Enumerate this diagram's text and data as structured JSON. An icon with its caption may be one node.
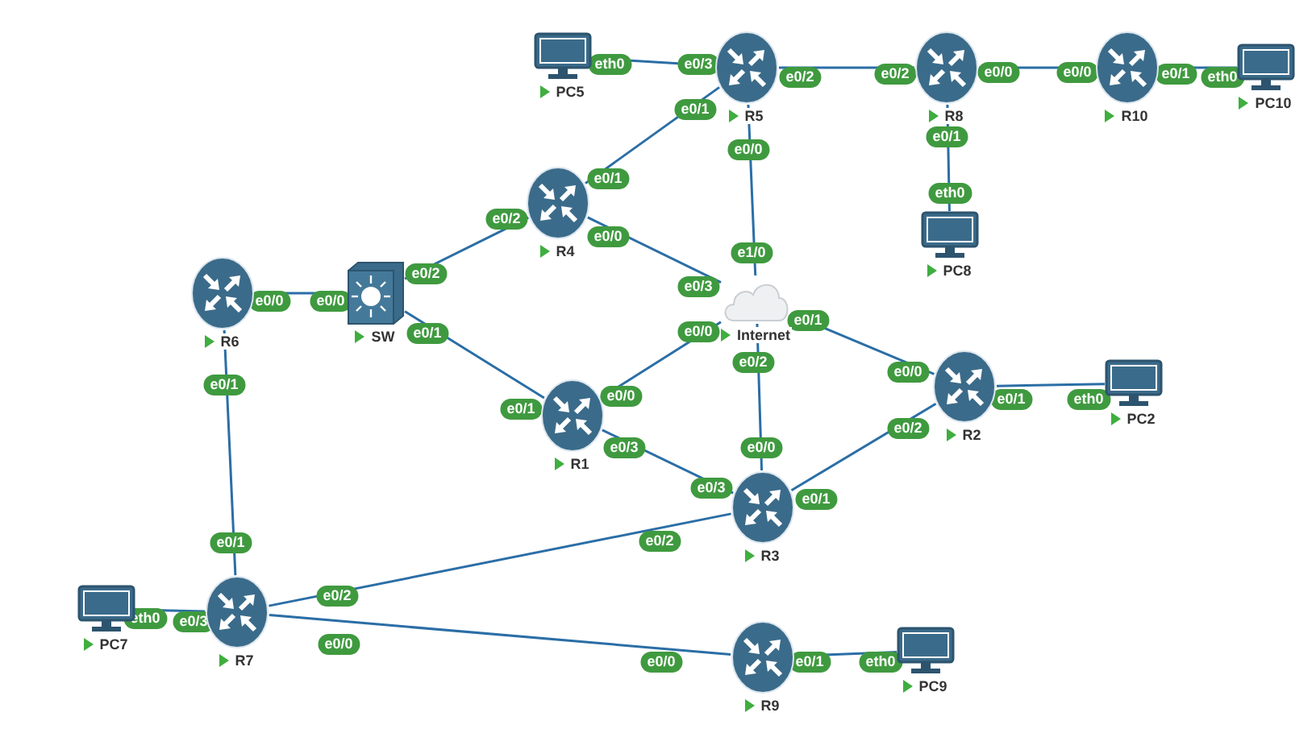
{
  "diagram": {
    "nodes": [
      {
        "text": [
          "PC5"
        ],
        "beside": [
          "eth0"
        ]
      },
      {
        "text": [
          "R5"
        ],
        "beside": [
          "e0/3",
          "e0/2",
          "e0/1",
          "e0/0"
        ]
      },
      {
        "text": [
          "R8"
        ],
        "beside": [
          "e0/2",
          "e0/0",
          "e0/1"
        ]
      },
      {
        "text": [
          "R10"
        ],
        "beside": [
          "e0/0",
          "e0/1"
        ]
      },
      {
        "text": [
          "PC10"
        ],
        "beside": [
          "eth0"
        ]
      },
      {
        "text": [
          "R4"
        ],
        "beside": [
          "e0/1",
          "e0/2",
          "e0/0"
        ]
      },
      {
        "text": [
          "PC8"
        ],
        "beside": [
          "eth0"
        ]
      },
      {
        "text": [
          "R6"
        ],
        "beside": [
          "e0/0",
          "e0/1"
        ]
      },
      {
        "text": [
          "SW"
        ],
        "beside": [
          "e0/2",
          "e0/0",
          "e0/1"
        ]
      },
      {
        "text": [
          "Internet"
        ],
        "beside": [
          "e1/0",
          "e0/3",
          "e0/1",
          "e0/0",
          "e0/2"
        ]
      },
      {
        "text": [
          "R2"
        ],
        "beside": [
          "e0/0",
          "e0/1",
          "e0/2"
        ]
      },
      {
        "text": [
          "PC2"
        ],
        "beside": [
          "eth0"
        ]
      },
      {
        "text": [
          "R1"
        ],
        "beside": [
          "e0/0",
          "e0/1",
          "e0/3"
        ]
      },
      {
        "text": [
          "R3"
        ],
        "beside": [
          "e0/0",
          "e0/3",
          "e0/1",
          "e0/2"
        ]
      },
      {
        "text": [
          "PC7"
        ],
        "beside": [
          "eth0"
        ]
      },
      {
        "text": [
          "R7"
        ],
        "beside": [
          "e0/1",
          "e0/2",
          "e0/3",
          "e0/0"
        ]
      },
      {
        "text": [
          "R9"
        ],
        "beside": [
          "e0/0",
          "e0/1"
        ]
      },
      {
        "text": [
          "PC9"
        ],
        "beside": [
          "eth0"
        ]
      }
    ],
    "edges": [
      {
        "from": 0,
        "to": 1,
        "arrow": "none"
      },
      {
        "from": 1,
        "to": 2,
        "arrow": "none"
      },
      {
        "from": 2,
        "to": 3,
        "arrow": "none"
      },
      {
        "from": 3,
        "to": 4,
        "arrow": "none"
      },
      {
        "from": 1,
        "to": 5,
        "arrow": "none"
      },
      {
        "from": 1,
        "to": 9,
        "arrow": "none"
      },
      {
        "from": 2,
        "to": 6,
        "arrow": "none"
      },
      {
        "from": 5,
        "to": 8,
        "arrow": "none"
      },
      {
        "from": 5,
        "to": 9,
        "arrow": "none"
      },
      {
        "from": 7,
        "to": 8,
        "arrow": "none"
      },
      {
        "from": 8,
        "to": 12,
        "arrow": "none"
      },
      {
        "from": 9,
        "to": 12,
        "arrow": "none"
      },
      {
        "from": 9,
        "to": 10,
        "arrow": "none"
      },
      {
        "from": 9,
        "to": 13,
        "arrow": "none"
      },
      {
        "from": 12,
        "to": 13,
        "arrow": "none"
      },
      {
        "from": 10,
        "to": 11,
        "arrow": "none"
      },
      {
        "from": 10,
        "to": 13,
        "arrow": "none"
      },
      {
        "from": 7,
        "to": 15,
        "arrow": "none"
      },
      {
        "from": 15,
        "to": 13,
        "arrow": "none"
      },
      {
        "from": 14,
        "to": 15,
        "arrow": "none"
      },
      {
        "from": 15,
        "to": 16,
        "arrow": "none"
      },
      {
        "from": 16,
        "to": 17,
        "arrow": "none"
      }
    ]
  }
}
